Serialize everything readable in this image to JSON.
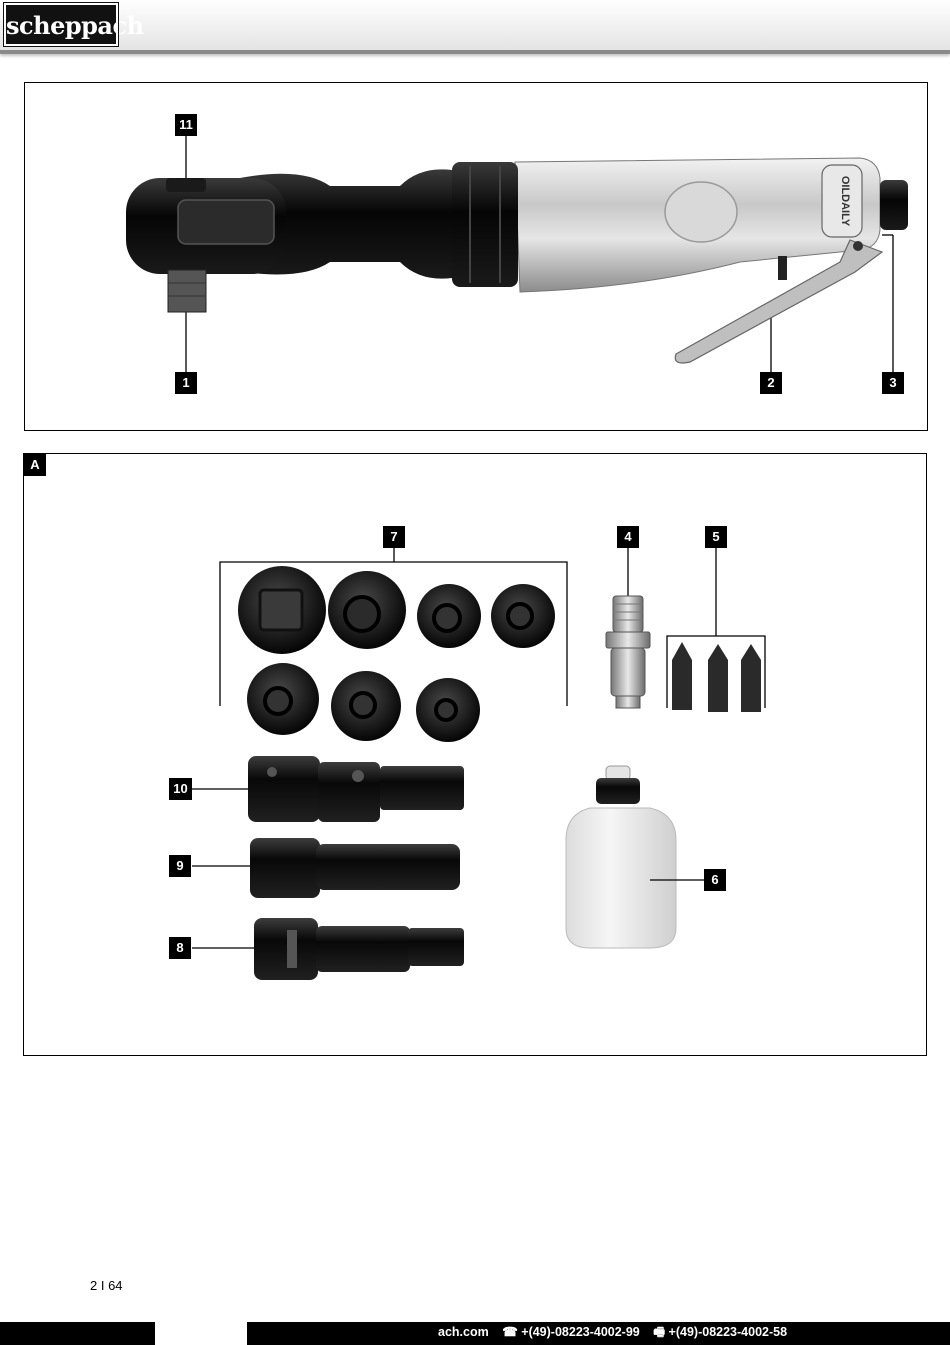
{
  "header": {
    "brand": "scheppach"
  },
  "figure_1": {
    "callouts": [
      "11",
      "1",
      "2",
      "3"
    ],
    "tool_marking": "OILDAILY"
  },
  "figure_a": {
    "label": "A",
    "callouts": [
      "7",
      "4",
      "5",
      "10",
      "9",
      "6",
      "8"
    ]
  },
  "footer": {
    "page_number": "2 I 64",
    "website": "ach.com",
    "phone": "+(49)-08223-4002-99",
    "fax": "+(49)-08223-4002-58",
    "phone_icon": "phone-icon",
    "fax_icon": "fax-icon"
  }
}
